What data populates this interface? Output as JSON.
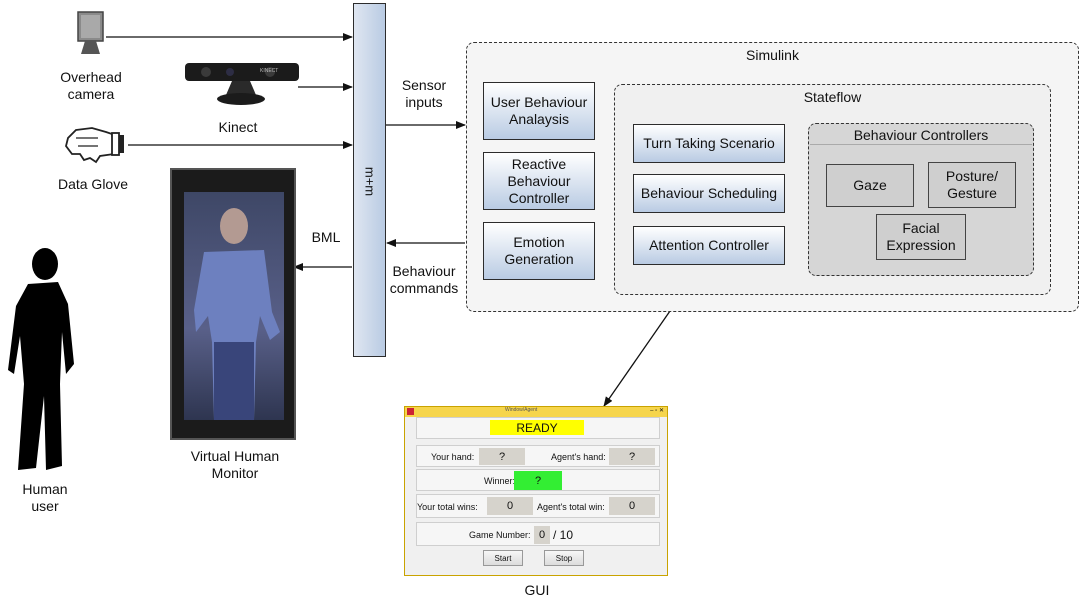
{
  "inputs": {
    "camera_label": "Overhead\ncamera",
    "kinect_label": "Kinect",
    "kinect_logo": "KINECT",
    "glove_label": "Data Glove"
  },
  "human_label": "Human\nuser",
  "monitor_label": "Virtual Human\nMonitor",
  "mm_label": "m+m",
  "bml_label": "BML",
  "sensor_label": "Sensor\ninputs",
  "behaviour_cmd_label": "Behaviour\ncommands",
  "simulink": {
    "title": "Simulink",
    "boxes": [
      "User Behaviour\nAnalaysis",
      "Reactive\nBehaviour\nController",
      "Emotion\nGeneration"
    ]
  },
  "stateflow": {
    "title": "Stateflow",
    "boxes": [
      "Turn Taking Scenario",
      "Behaviour Scheduling",
      "Attention Controller"
    ]
  },
  "controllers": {
    "title": "Behaviour Controllers",
    "gaze": "Gaze",
    "posture": "Posture/\nGesture",
    "facial": "Facial\nExpression"
  },
  "gui": {
    "label": "GUI",
    "window_title": "Window/Agent",
    "status": "READY",
    "your_hand_label": "Your hand:",
    "your_hand": "?",
    "agent_hand_label": "Agent's hand:",
    "agent_hand": "?",
    "winner_label": "Winner:",
    "winner": "?",
    "your_wins_label": "Your total wins:",
    "your_wins": "0",
    "agent_wins_label": "Agent's total win:",
    "agent_wins": "0",
    "game_number_label": "Game Number:",
    "game_number": "0",
    "game_total": "/ 10",
    "start": "Start",
    "stop": "Stop"
  },
  "colors": {
    "box_gradient_end": "#b9cbe3",
    "ready": "#ffff00",
    "winner": "#33ee33",
    "window_bar": "#f6d54c"
  }
}
